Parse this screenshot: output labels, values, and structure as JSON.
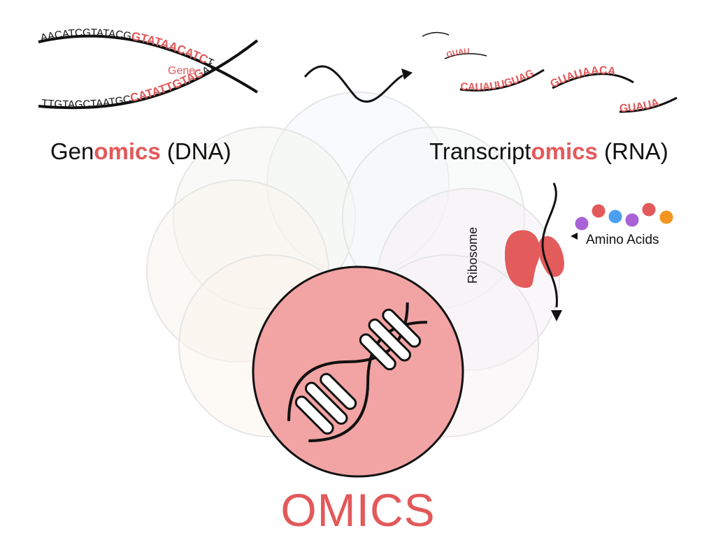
{
  "diagram": {
    "title": "OMICS",
    "genomics": {
      "prefix": "Gen",
      "highlight": "omics",
      "suffix": " (DNA)"
    },
    "transcriptomics": {
      "prefix": "Transcript",
      "highlight": "omics",
      "suffix": " (RNA)"
    },
    "dna": {
      "top_black": "AACATCGTATACG",
      "top_red": "GTATAACATC",
      "top_tail": "T...",
      "bottom_black": "TTGTAGCTAATGC",
      "bottom_red": "CATATTGTAG",
      "bottom_tail": "AT...",
      "gene_label": "Gene"
    },
    "rna": {
      "fragment_small": "GUAU",
      "fragment_1": "CAUAUUGUAG",
      "fragment_2": "GUAUAACA",
      "fragment_3": "GUAUA"
    },
    "translation": {
      "ribosome_label": "Ribosome",
      "amino_label": "Amino Acids"
    },
    "amino_acid_colors": [
      "#a862d6",
      "#e2595a",
      "#4a9ff0",
      "#a862d6",
      "#e2595a",
      "#f3961f"
    ],
    "colors": {
      "accent": "#e2595a",
      "omics_circle": "#f2a3a3",
      "ribosome": "#e35b5b"
    }
  }
}
